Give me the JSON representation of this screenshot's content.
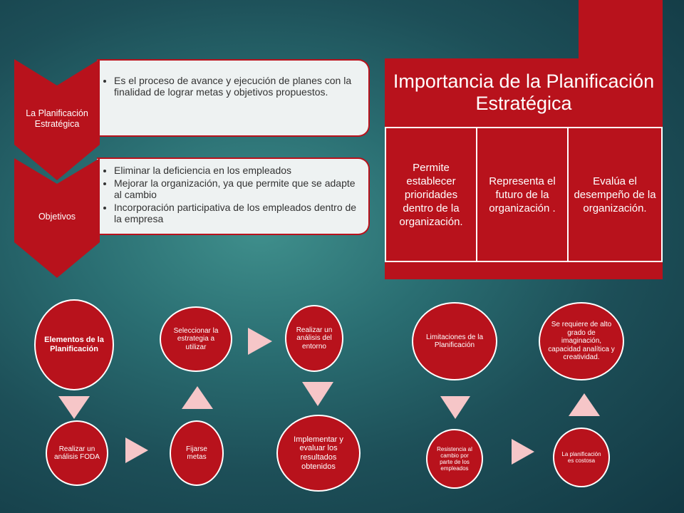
{
  "chevron_list": {
    "items": [
      {
        "label": "La Planificación Estratégica",
        "bullets": [
          "Es el proceso de avance y ejecución de planes con la finalidad de lograr metas y objetivos propuestos."
        ]
      },
      {
        "label": "Objetivos",
        "bullets": [
          "Eliminar la deficiencia en los empleados",
          "Mejorar la organización, ya que permite que se adapte al cambio",
          "Incorporación participativa de los empleados dentro de la empresa"
        ]
      }
    ]
  },
  "importance": {
    "title": "Importancia de la Planificación Estratégica",
    "columns": [
      "Permite establecer prioridades dentro de la organización.",
      "Representa el futuro de la organización .",
      "Evalúa el desempeño de la organización."
    ]
  },
  "cycle_left": {
    "nodes": [
      "Elementos de la Planificación",
      "Realizar un análisis FODA",
      "Fijarse metas",
      "Seleccionar la estrategia a utilizar",
      "Realizar un análisis del entorno",
      "Implementar y evaluar los resultados obtenidos"
    ]
  },
  "cycle_right": {
    "nodes": [
      "Limitaciones de la Planificación",
      "Resistencia al cambio por parte de los empleados",
      "La planificación es costosa",
      "Se requiere de alto grado de imaginación, capacidad analítica y creatividad."
    ]
  },
  "colors": {
    "accent": "#b8121c",
    "arrow": "#f6c6c8",
    "panel": "#eef2f2"
  }
}
